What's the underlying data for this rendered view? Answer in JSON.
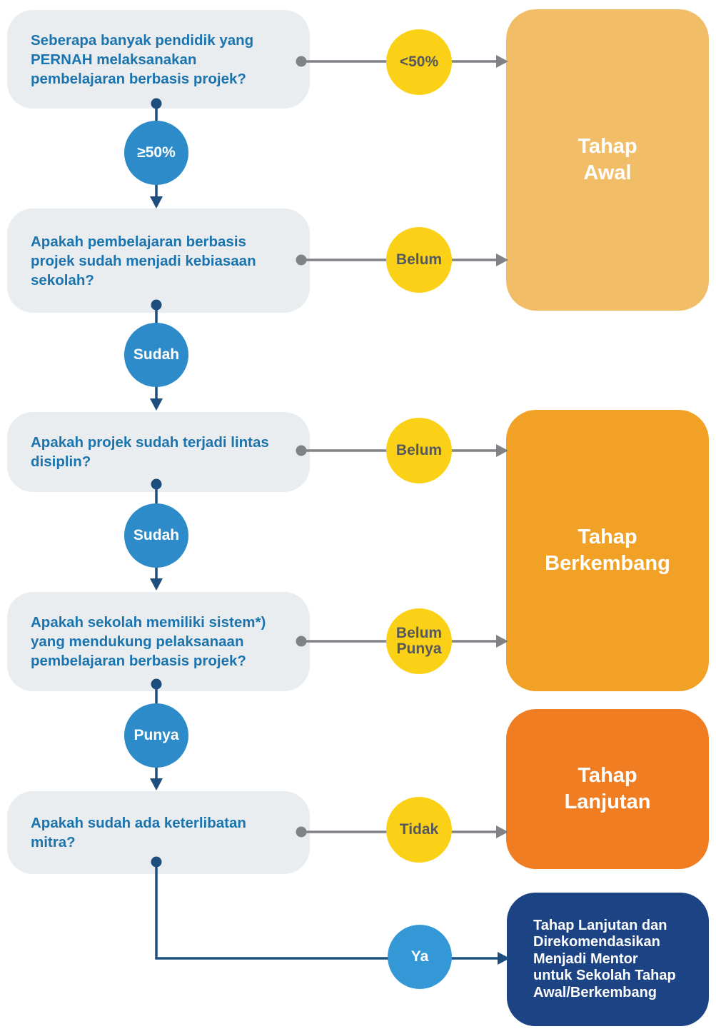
{
  "diagram": {
    "questions": [
      "Seberapa banyak pendidik yang\nPERNAH melaksanakan\npembelajaran berbasis projek?",
      "Apakah pembelajaran berbasis\nprojek sudah menjadi kebiasaan\nsekolah?",
      "Apakah projek sudah terjadi lintas\ndisiplin?",
      "Apakah sekolah memiliki sistem*)\nyang mendukung pelaksanaan\npembelajaran berbasis projek?",
      "Apakah sudah ada keterlibatan\nmitra?"
    ],
    "no_labels": [
      "<50%",
      "Belum",
      "Belum",
      "Belum\nPunya",
      "Tidak"
    ],
    "yes_labels": [
      "≥50%",
      "Sudah",
      "Sudah",
      "Punya",
      "Ya"
    ],
    "outcomes": {
      "awal": "Tahap\nAwal",
      "berkembang": "Tahap\nBerkembang",
      "lanjutan": "Tahap\nLanjutan",
      "mentor": "Tahap Lanjutan dan\nDirekomendasikan\nMenjadi Mentor\nuntuk Sekolah Tahap\nAwal/Berkembang"
    },
    "colors": {
      "question_box": "#e9edf0",
      "question_text": "#1b74ae",
      "no_circle": "#fad116",
      "no_circle_text": "#57585b",
      "yes_circle": "#2d8bc9",
      "ya_circle": "#3398d5",
      "stage_awal": "#f2bd67",
      "stage_berkembang": "#f1a125",
      "stage_lanjutan": "#f07d22",
      "mentor_box": "#1c4383",
      "grey_line": "#808285",
      "navy_line": "#1e4e7e"
    }
  }
}
